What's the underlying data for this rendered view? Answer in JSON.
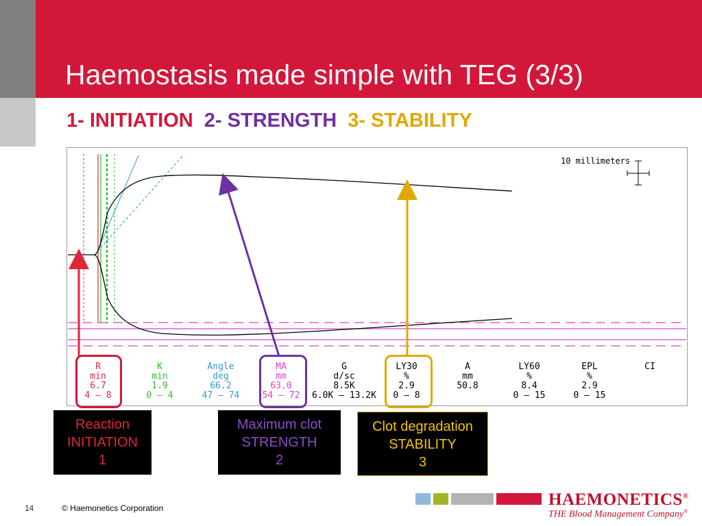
{
  "slide": {
    "title": "Haemostasis made simple with TEG (3/3)",
    "subtitle": [
      {
        "text": "1- INITIATION",
        "color": "#d2173a"
      },
      {
        "text": "2- STRENGTH",
        "color": "#7030a0"
      },
      {
        "text": "3- STABILITY",
        "color": "#e0a800"
      }
    ]
  },
  "chart": {
    "scale_label": "10 millimeters",
    "parameters": [
      {
        "name": "R",
        "unit": "min",
        "value": "6.7",
        "range": "4 — 8",
        "color": "#e0263a"
      },
      {
        "name": "K",
        "unit": "min",
        "value": "1.9",
        "range": "0 — 4",
        "color": "#2bbf2b"
      },
      {
        "name": "Angle",
        "unit": "deg",
        "value": "66.2",
        "range": "47 — 74",
        "color": "#2b9ad6"
      },
      {
        "name": "MA",
        "unit": "mm",
        "value": "63.0",
        "range": "54 — 72",
        "color": "#e040c8"
      },
      {
        "name": "G",
        "unit": "d/sc",
        "value": "8.5K",
        "range": "6.0K — 13.2K",
        "color": "#000000"
      },
      {
        "name": "LY30",
        "unit": "%",
        "value": "2.9",
        "range": "0 — 8",
        "color": "#000000"
      },
      {
        "name": "A",
        "unit": "mm",
        "value": "50.8",
        "range": "",
        "color": "#000000"
      },
      {
        "name": "LY60",
        "unit": "%",
        "value": "8.4",
        "range": "0 — 15",
        "color": "#000000"
      },
      {
        "name": "EPL",
        "unit": "%",
        "value": "2.9",
        "range": "0 — 15",
        "color": "#000000"
      },
      {
        "name": "CI",
        "unit": "",
        "value": "",
        "range": "",
        "color": "#000000"
      }
    ]
  },
  "callouts": [
    {
      "lines": [
        "Reaction",
        "INITIATION",
        "1"
      ],
      "color": "#e0263a",
      "border": "#000000"
    },
    {
      "lines": [
        "Maximum  clot",
        "STRENGTH",
        "2"
      ],
      "color": "#8a4fc8",
      "border": "#000000"
    },
    {
      "lines": [
        "Clot degradation",
        "STABILITY",
        "3"
      ],
      "color": "#f2c400",
      "border": "#e0b000"
    }
  ],
  "colors": {
    "red": "#d2173a",
    "purple": "#7030a0",
    "gold": "#e0a800"
  },
  "footer": {
    "page": "14",
    "copyright": "© Haemonetics Corporation",
    "logo": "HAEMONETICS",
    "registered": "®",
    "tagline": "THE Blood Management Company",
    "tagline_mark": "®"
  }
}
